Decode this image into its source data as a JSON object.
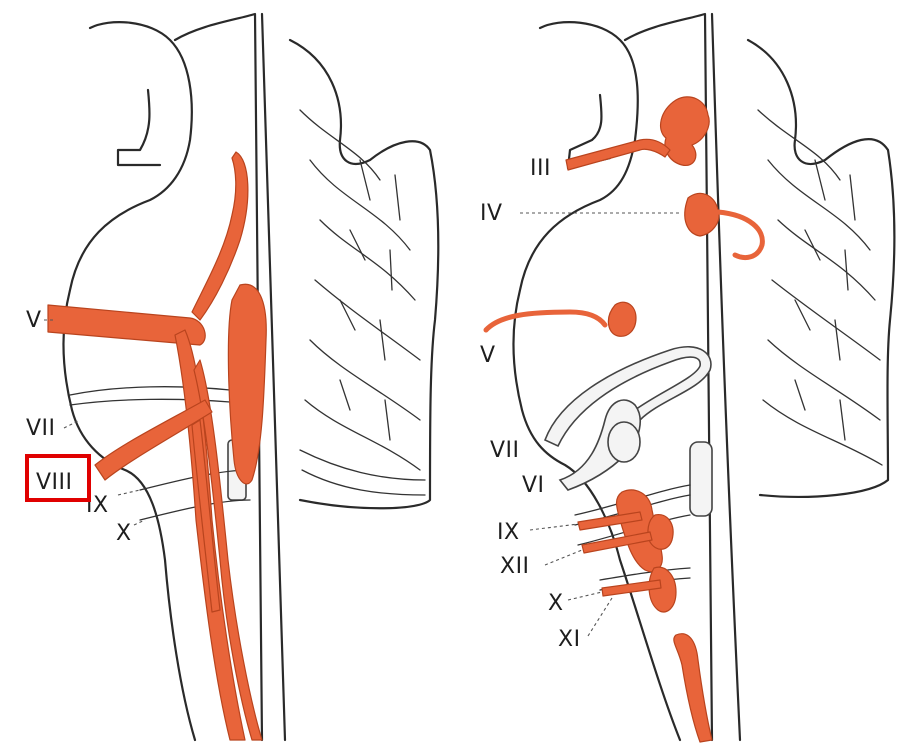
{
  "left_panel": {
    "labels": {
      "v": "V",
      "vii": "VII",
      "viii": "VIII",
      "ix": "IX",
      "x": "X"
    }
  },
  "right_panel": {
    "labels": {
      "iii": "III",
      "iv": "IV",
      "v": "V",
      "vii": "VII",
      "vi": "VI",
      "ix": "IX",
      "xii": "XII",
      "x": "X",
      "xi": "XI"
    }
  },
  "highlight": {
    "target": "viii",
    "color": "#e00000"
  },
  "colors": {
    "nerve": "#e8643a",
    "outline": "#2a2a2a"
  }
}
